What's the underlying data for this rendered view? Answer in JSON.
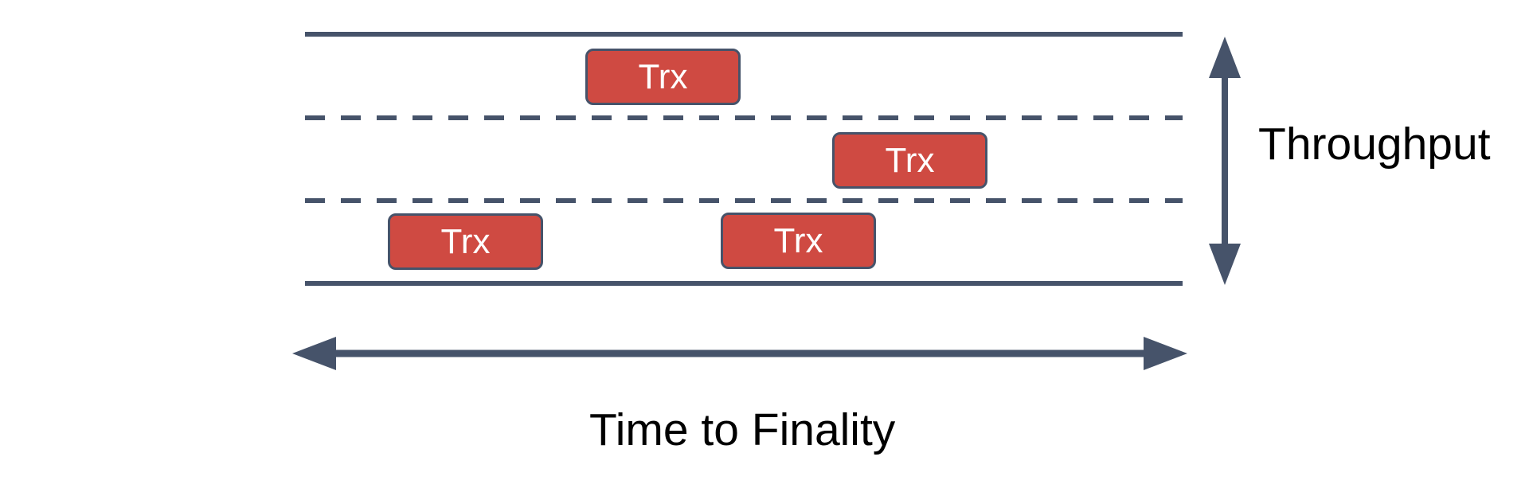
{
  "diagram": {
    "transactions": [
      {
        "label": "Trx",
        "lane": "top"
      },
      {
        "label": "Trx",
        "lane": "middle"
      },
      {
        "label": "Trx",
        "lane": "bottom"
      },
      {
        "label": "Trx",
        "lane": "bottom"
      }
    ],
    "lanes": {
      "count": 3,
      "boundary_style": "solid outer lines, dashed inner dividers"
    },
    "axes": {
      "vertical_label": "Throughput",
      "horizontal_label": "Time to Finality"
    },
    "colors": {
      "line_and_arrow": "#46536A",
      "box_fill": "#CF4A42",
      "box_border": "#46536A",
      "box_text": "#FFFFFF",
      "label_text": "#000000",
      "background": "#FFFFFF"
    }
  }
}
